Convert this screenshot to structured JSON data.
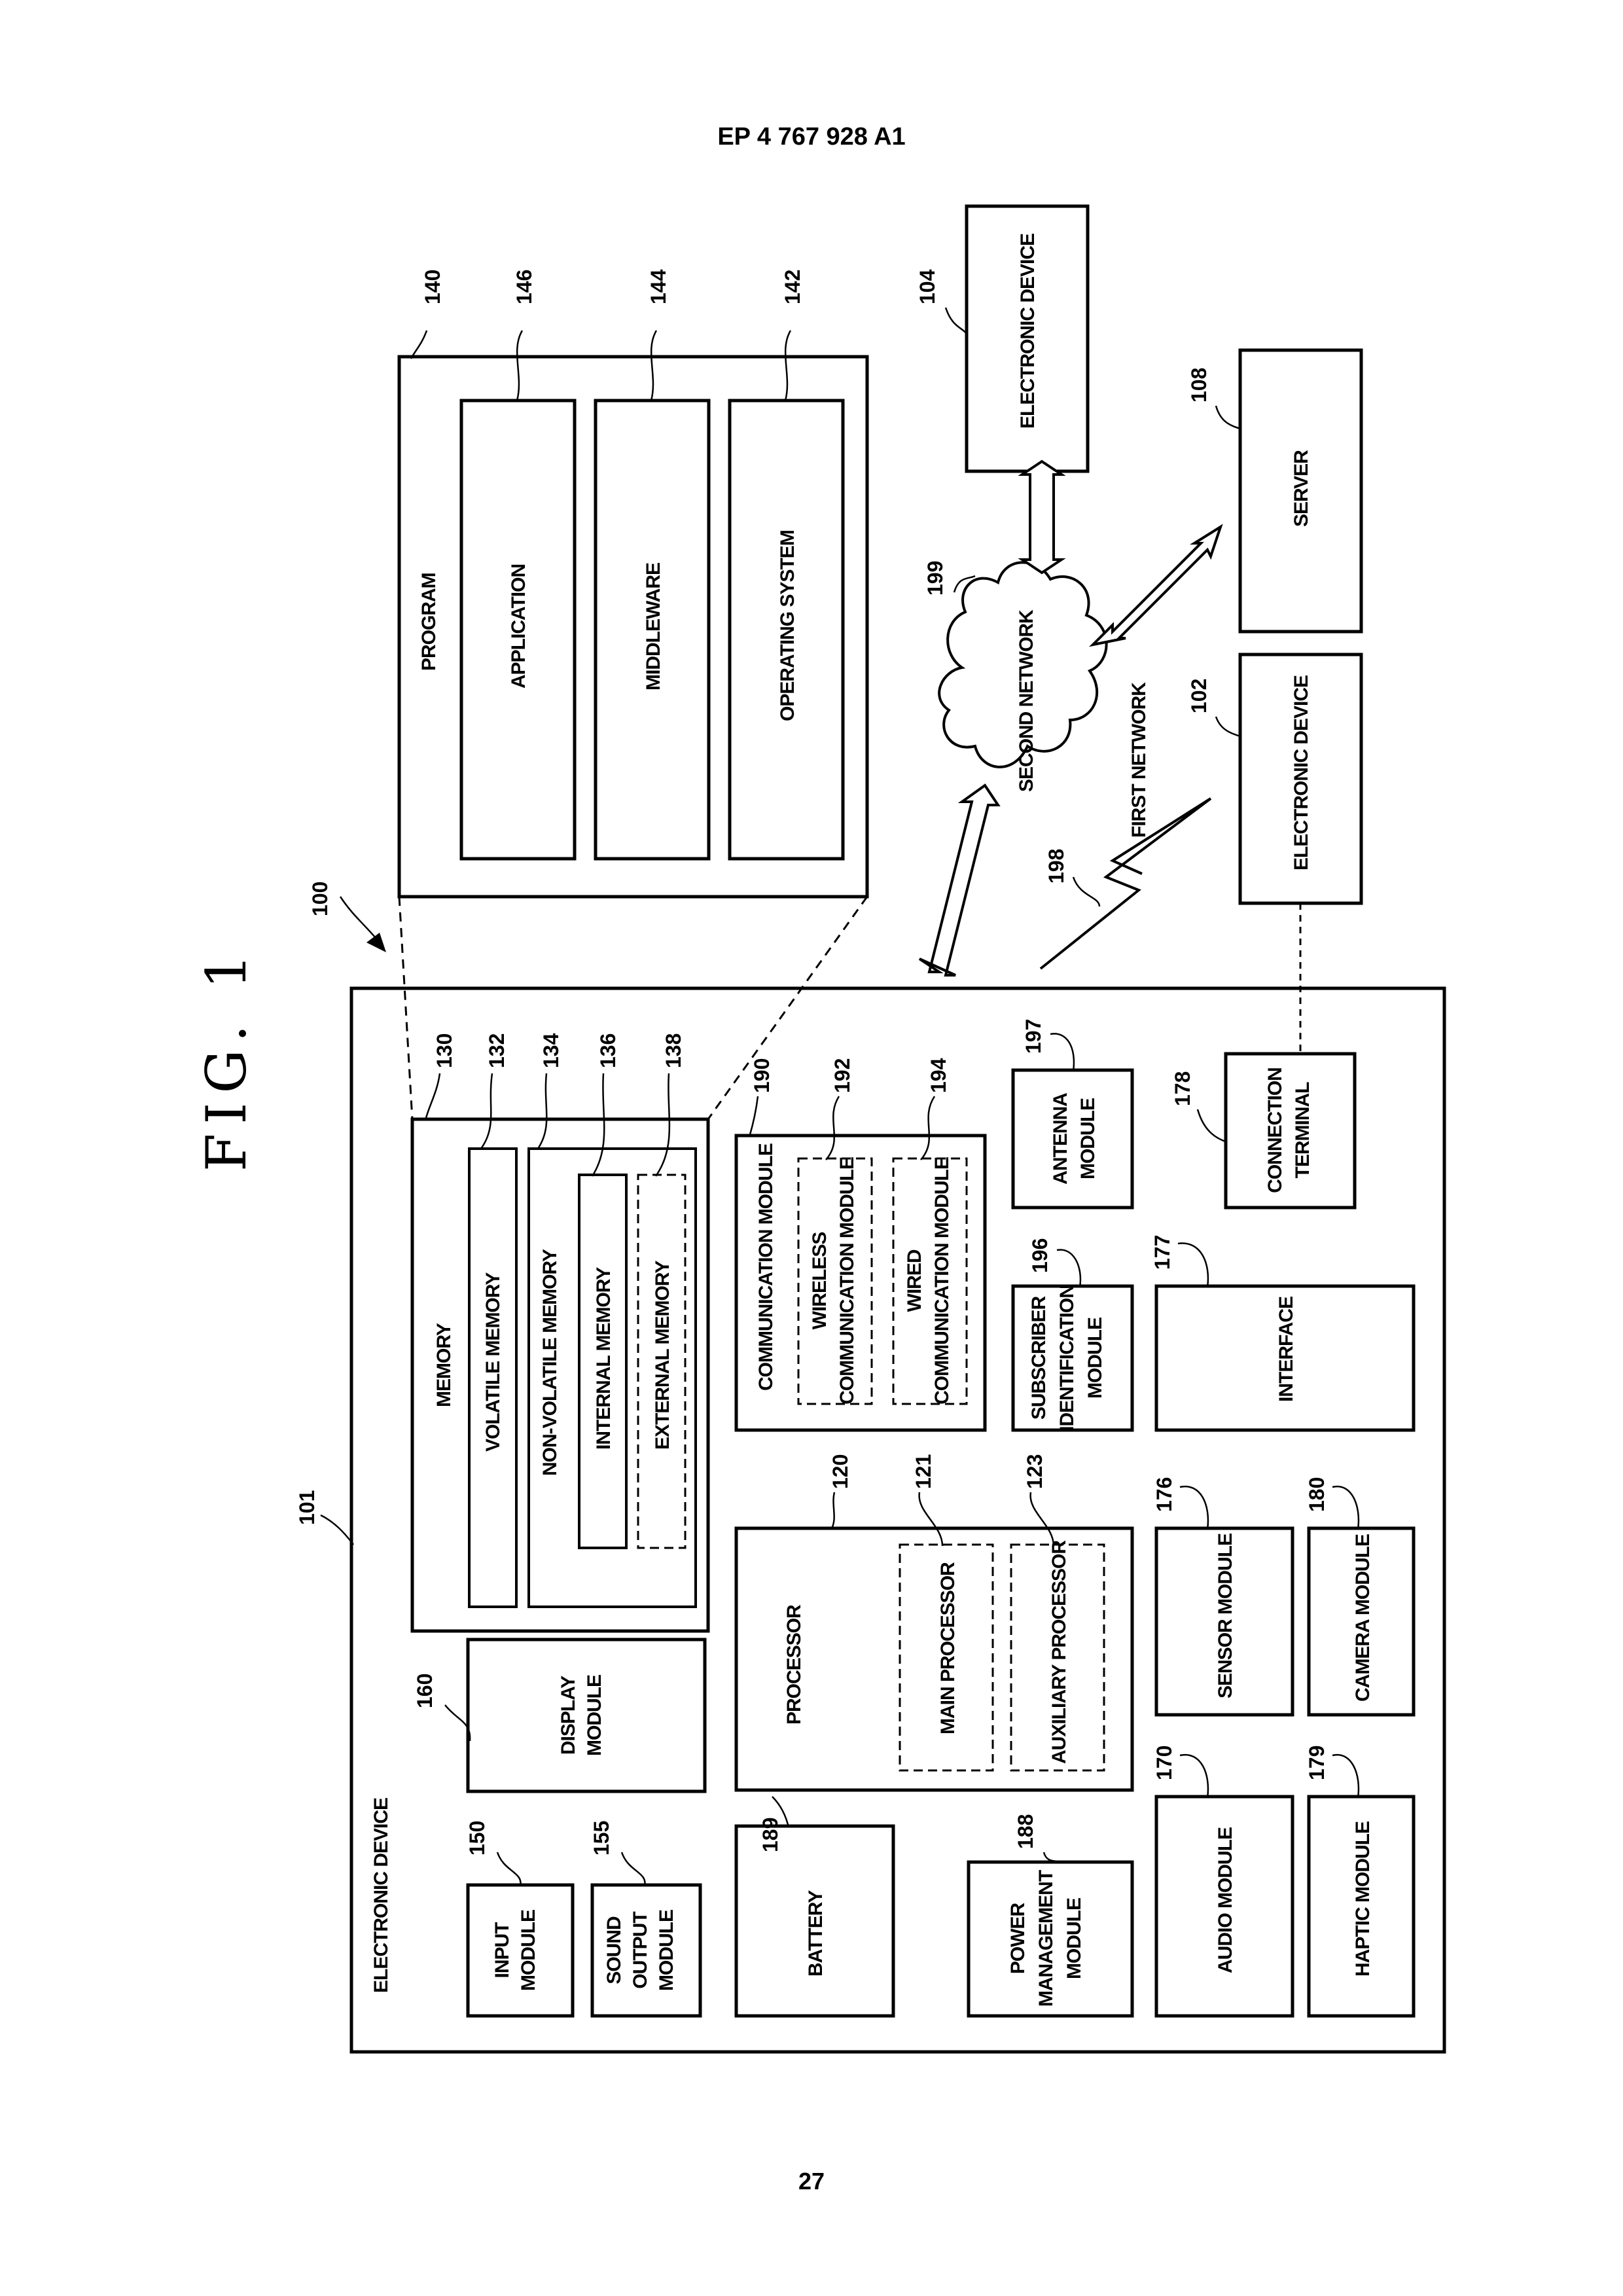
{
  "header": {
    "publication_number": "EP 4 767 928 A1"
  },
  "footer": {
    "page_number": "27"
  },
  "figure": {
    "title": "FIG. 1",
    "system_ref": "100",
    "device": {
      "ref": "101",
      "label": "ELECTRONIC DEVICE"
    },
    "memory": {
      "ref": "130",
      "label": "MEMORY"
    },
    "volatile_memory": {
      "ref": "132",
      "label": "VOLATILE MEMORY"
    },
    "non_volatile_memory": {
      "ref": "134",
      "label": "NON-VOLATILE MEMORY"
    },
    "internal_memory": {
      "ref": "136",
      "label": "INTERNAL MEMORY"
    },
    "external_memory": {
      "ref": "138",
      "label": "EXTERNAL MEMORY"
    },
    "program": {
      "ref": "140",
      "label": "PROGRAM"
    },
    "application": {
      "ref": "146",
      "label": "APPLICATION"
    },
    "middleware": {
      "ref": "144",
      "label": "MIDDLEWARE"
    },
    "operating_system": {
      "ref": "142",
      "label": "OPERATING SYSTEM"
    },
    "communication_module": {
      "ref": "190",
      "label": "COMMUNICATION MODULE"
    },
    "wireless_module": {
      "ref": "192",
      "label_line1": "WIRELESS",
      "label_line2": "COMMUNICATION MODULE"
    },
    "wired_module": {
      "ref": "194",
      "label_line1": "WIRED",
      "label_line2": "COMMUNICATION MODULE"
    },
    "processor": {
      "ref": "120",
      "label": "PROCESSOR"
    },
    "main_processor": {
      "ref": "121",
      "label": "MAIN PROCESSOR"
    },
    "auxiliary_processor": {
      "ref": "123",
      "label": "AUXILIARY PROCESSOR"
    },
    "display_module": {
      "ref": "160",
      "label_line1": "DISPLAY",
      "label_line2": "MODULE"
    },
    "input_module": {
      "ref": "150",
      "label_line1": "INPUT",
      "label_line2": "MODULE"
    },
    "sound_output_module": {
      "ref": "155",
      "label_line1": "SOUND",
      "label_line2": "OUTPUT",
      "label_line3": "MODULE"
    },
    "battery": {
      "ref": "189",
      "label": "BATTERY"
    },
    "power_management_module": {
      "ref": "188",
      "label_line1": "POWER",
      "label_line2": "MANAGEMENT",
      "label_line3": "MODULE"
    },
    "antenna_module": {
      "ref": "197",
      "label_line1": "ANTENNA",
      "label_line2": "MODULE"
    },
    "subscriber_identification_module": {
      "ref": "196",
      "label_line1": "SUBSCRIBER",
      "label_line2": "IDENTIFICATION",
      "label_line3": "MODULE"
    },
    "interface": {
      "ref": "177",
      "label": "INTERFACE"
    },
    "connection_terminal": {
      "ref": "178",
      "label_line1": "CONNECTION",
      "label_line2": "TERMINAL"
    },
    "sensor_module": {
      "ref": "176",
      "label": "SENSOR MODULE"
    },
    "camera_module": {
      "ref": "180",
      "label": "CAMERA MODULE"
    },
    "audio_module": {
      "ref": "170",
      "label": "AUDIO MODULE"
    },
    "haptic_module": {
      "ref": "179",
      "label": "HAPTIC MODULE"
    },
    "second_network": {
      "ref": "199",
      "label": "SECOND NETWORK"
    },
    "first_network": {
      "ref": "198",
      "label": "FIRST NETWORK"
    },
    "electronic_device_104": {
      "ref": "104",
      "label": "ELECTRONIC DEVICE"
    },
    "server": {
      "ref": "108",
      "label": "SERVER"
    },
    "electronic_device_102": {
      "ref": "102",
      "label": "ELECTRONIC DEVICE"
    }
  }
}
